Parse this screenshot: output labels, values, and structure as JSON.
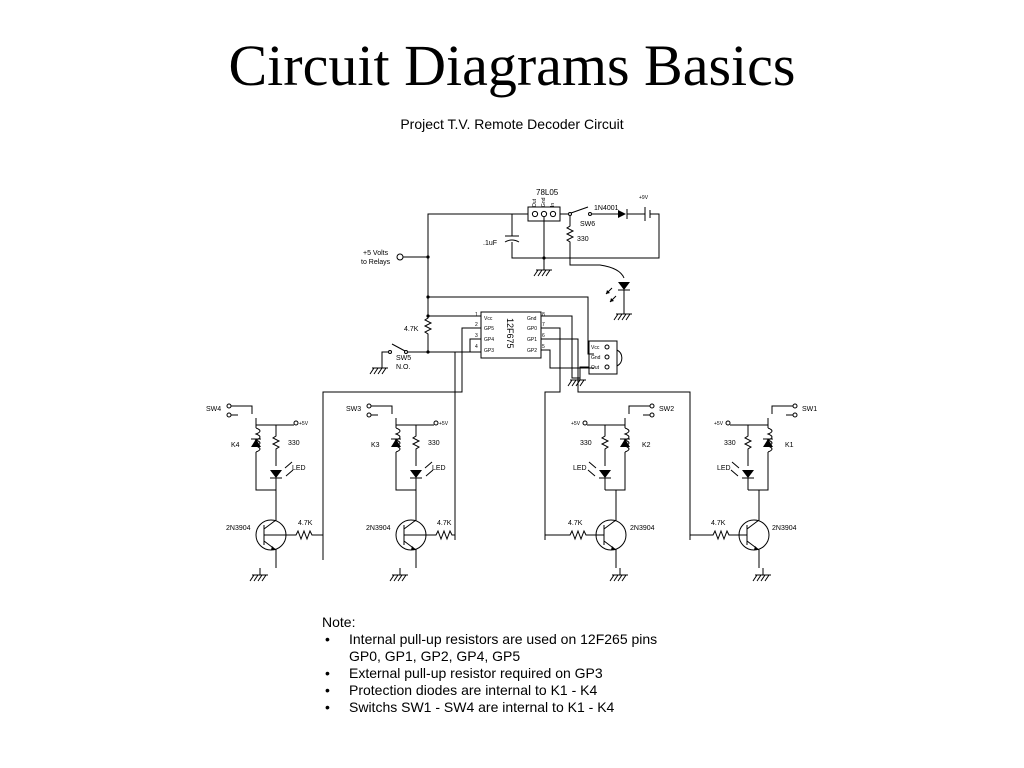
{
  "slide": {
    "title": "Circuit Diagrams Basics",
    "subtitle": "Project T.V. Remote Decoder Circuit"
  },
  "schematic": {
    "regulator": {
      "part": "78L05",
      "pin_out": "Out",
      "pin_gnd": "Gnd",
      "pin_in": "In"
    },
    "diode": "1N4001",
    "supply_top": "+9V",
    "switch_power": "SW6",
    "resistor_power": "330",
    "capacitor": ".1uF",
    "relay_supply_line1": "+5 Volts",
    "relay_supply_line2": "to Relays",
    "mcu": {
      "part": "12F675",
      "left_pins": [
        {
          "num": "1",
          "name": "Vcc"
        },
        {
          "num": "2",
          "name": "GP5"
        },
        {
          "num": "3",
          "name": "GP4"
        },
        {
          "num": "4",
          "name": "GP3"
        }
      ],
      "right_pins": [
        {
          "num": "8",
          "name": "Gnd"
        },
        {
          "num": "7",
          "name": "GP0"
        },
        {
          "num": "6",
          "name": "GP1"
        },
        {
          "num": "5",
          "name": "GP2"
        }
      ]
    },
    "pullup": "4.7K",
    "switch_input_line1": "SW5",
    "switch_input_line2": "N.O.",
    "ir_receiver": {
      "pin_vcc": "Vcc",
      "pin_gnd": "Gnd",
      "pin_out": "Out"
    },
    "channels": [
      {
        "switch": "SW4",
        "relay": "K4",
        "supply": "+5V",
        "led_res": "330",
        "led": "LED",
        "base_res": "4.7K",
        "transistor": "2N3904"
      },
      {
        "switch": "SW3",
        "relay": "K3",
        "supply": "+5V",
        "led_res": "330",
        "led": "LED",
        "base_res": "4.7K",
        "transistor": "2N3904"
      },
      {
        "switch": "SW2",
        "relay": "K2",
        "supply": "+5V",
        "led_res": "330",
        "led": "LED",
        "base_res": "4.7K",
        "transistor": "2N3904"
      },
      {
        "switch": "SW1",
        "relay": "K1",
        "supply": "+5V",
        "led_res": "330",
        "led": "LED",
        "base_res": "4.7K",
        "transistor": "2N3904"
      }
    ]
  },
  "notes": {
    "heading": "Note:",
    "items": [
      {
        "bullet": "•",
        "line1": "Internal pull-up resistors are used on 12F265 pins",
        "line2": "GP0, GP1, GP2, GP4, GP5"
      },
      {
        "bullet": "•",
        "line1": "External pull-up resistor required on GP3",
        "line2": ""
      },
      {
        "bullet": "•",
        "line1": "Protection diodes are internal to K1 - K4",
        "line2": ""
      },
      {
        "bullet": "•",
        "line1": "Switchs SW1 - SW4 are internal to K1 - K4",
        "line2": ""
      }
    ]
  }
}
